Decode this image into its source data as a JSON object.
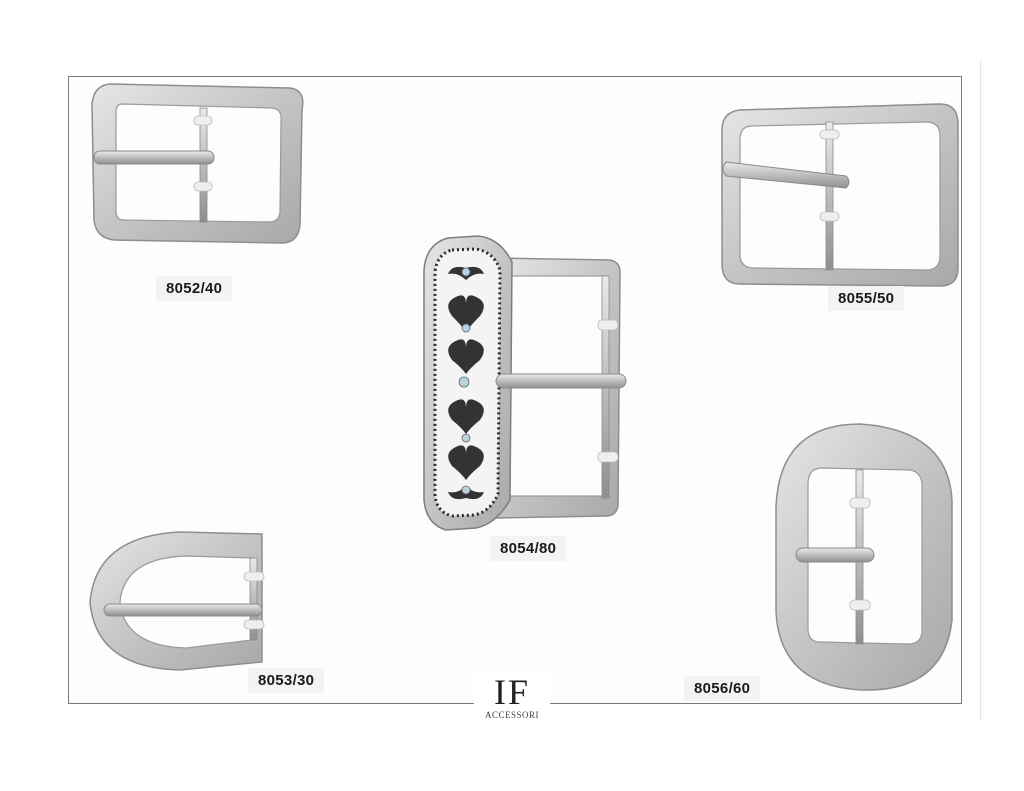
{
  "catalog": {
    "items": [
      {
        "code": "8052/40"
      },
      {
        "code": "8055/50"
      },
      {
        "code": "8054/80"
      },
      {
        "code": "8053/30"
      },
      {
        "code": "8056/60"
      }
    ],
    "brand": {
      "mark": "IF",
      "sub": "ACCESSORI"
    }
  },
  "colors": {
    "metal": "#c9c9c9",
    "metal_dark": "#8e8e8e",
    "metal_light": "#e8e8e8",
    "engraving": "#2b2b2b",
    "keeper": "#eeeeee",
    "stone": "#b9d3dc"
  }
}
